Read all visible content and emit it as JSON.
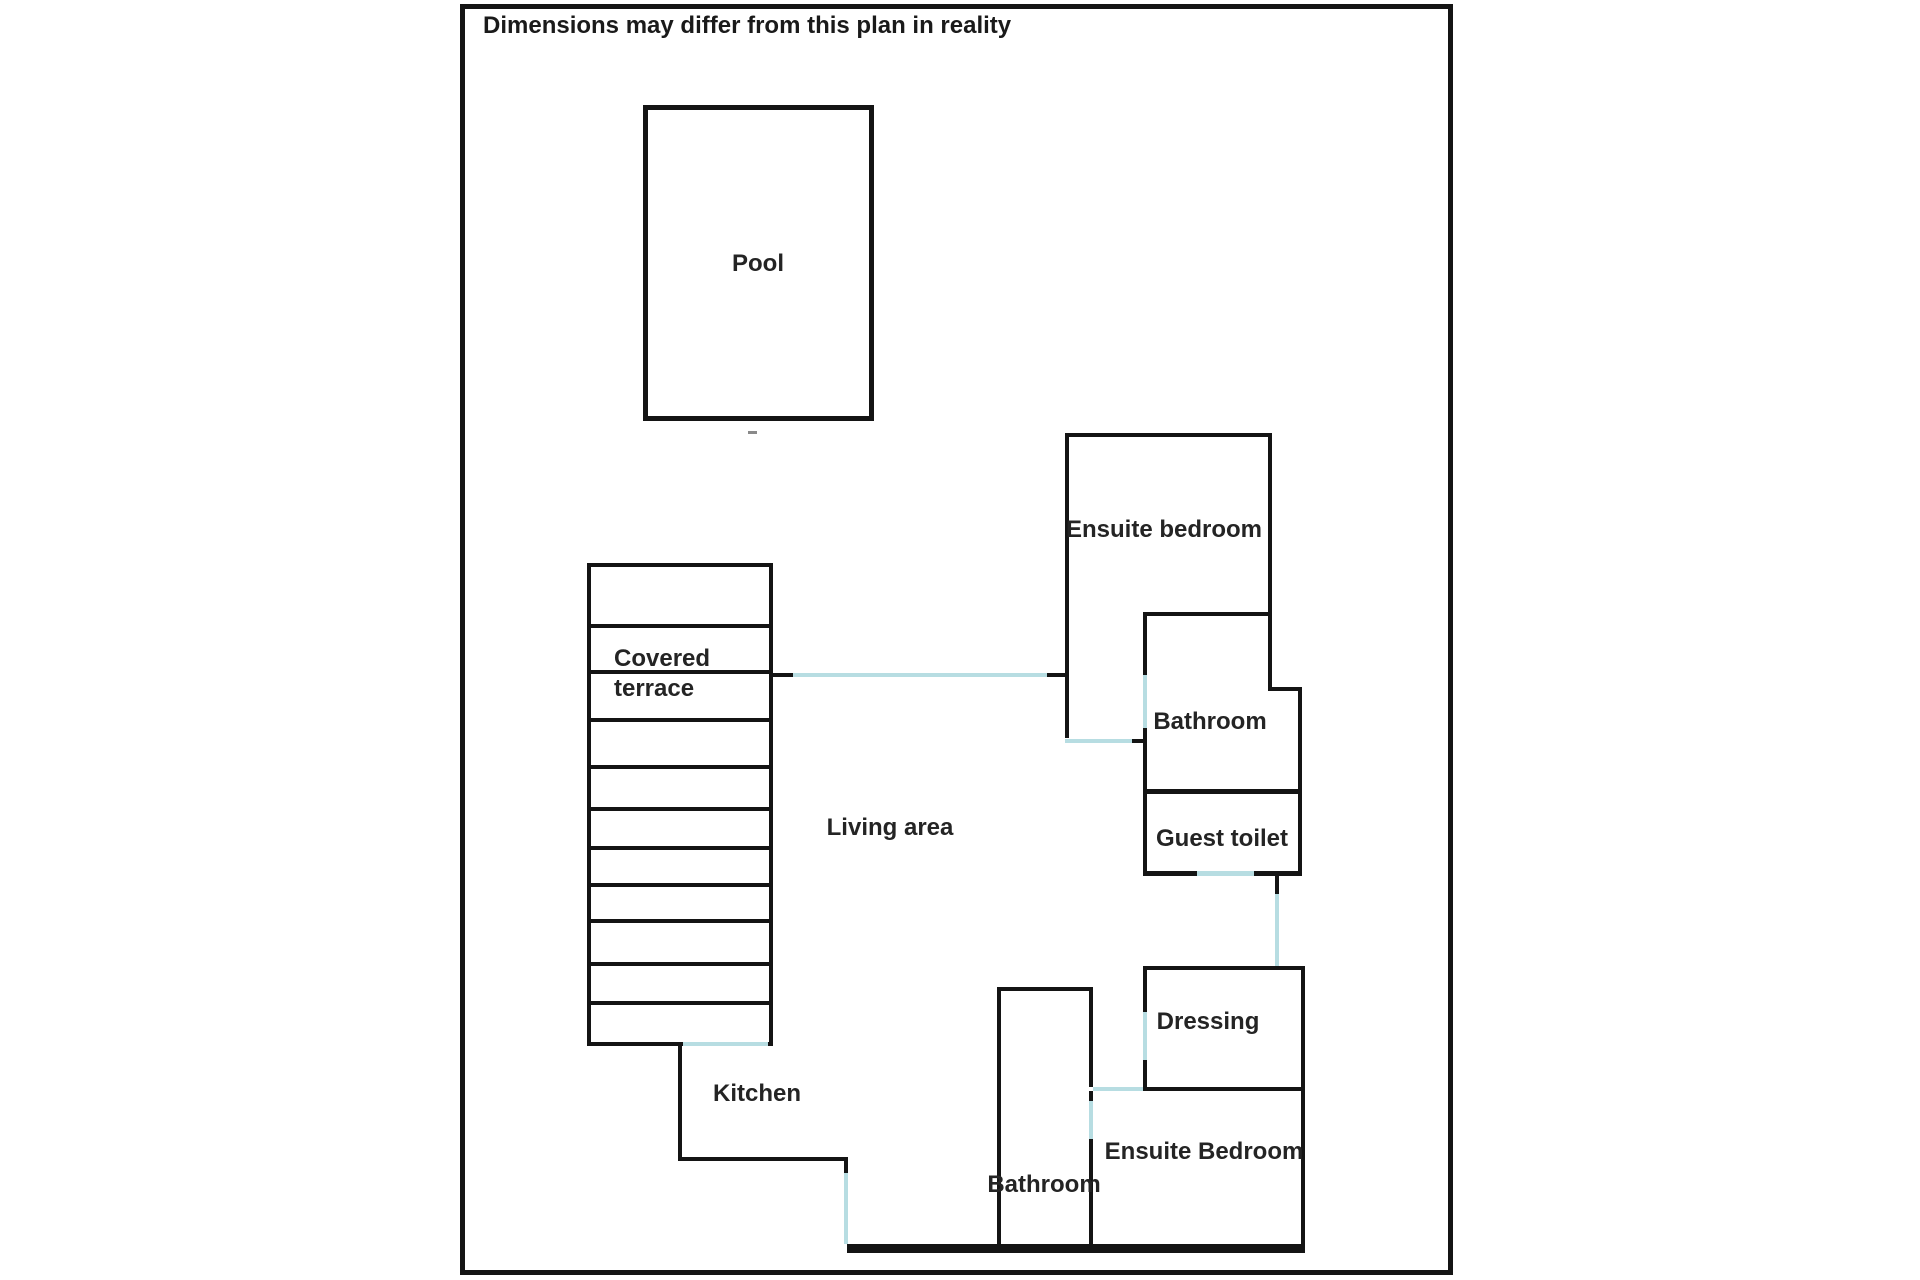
{
  "title": "Dimensions may differ from this plan in reality",
  "colors": {
    "wall": "#141414",
    "door_opening": "#b7dde2",
    "text": "#242424",
    "background": "#ffffff"
  },
  "rooms": {
    "pool": "Pool",
    "covered_terrace_line1": "Covered",
    "covered_terrace_line2": "terrace",
    "living_area": "Living area",
    "ensuite_bedroom_top": "Ensuite bedroom",
    "bathroom_top": "Bathroom",
    "guest_toilet": "Guest toilet",
    "dressing": "Dressing",
    "kitchen": "Kitchen",
    "bathroom_bottom": "Bathroom",
    "ensuite_bedroom_bottom": "Ensuite Bedroom"
  }
}
